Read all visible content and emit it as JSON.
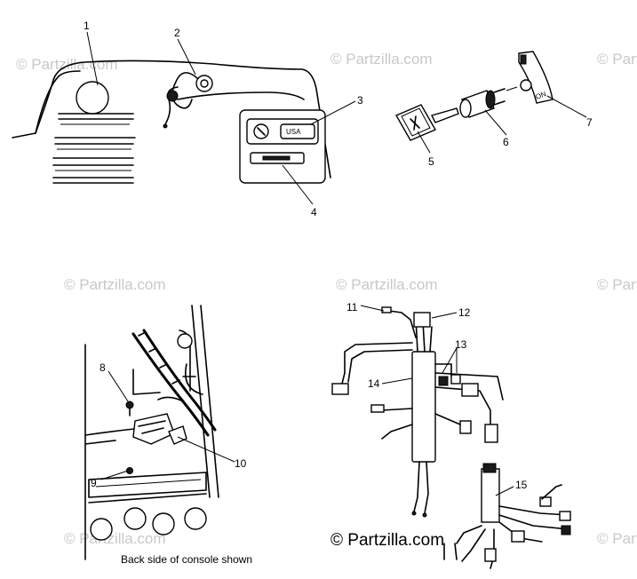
{
  "watermark": {
    "text": "© Partzilla.com",
    "footer_text": "© Partzilla.com"
  },
  "labels": {
    "n1": "1",
    "n2": "2",
    "n3": "3",
    "n4": "4",
    "n5": "5",
    "n6": "6",
    "n7": "7",
    "n8": "8",
    "n9": "9",
    "n10": "10",
    "n11": "11",
    "n12": "12",
    "n13": "13",
    "n14": "14",
    "n15": "15"
  },
  "panel_text": {
    "usa": "USA",
    "on": "ON"
  },
  "caption": "Back side of console shown"
}
